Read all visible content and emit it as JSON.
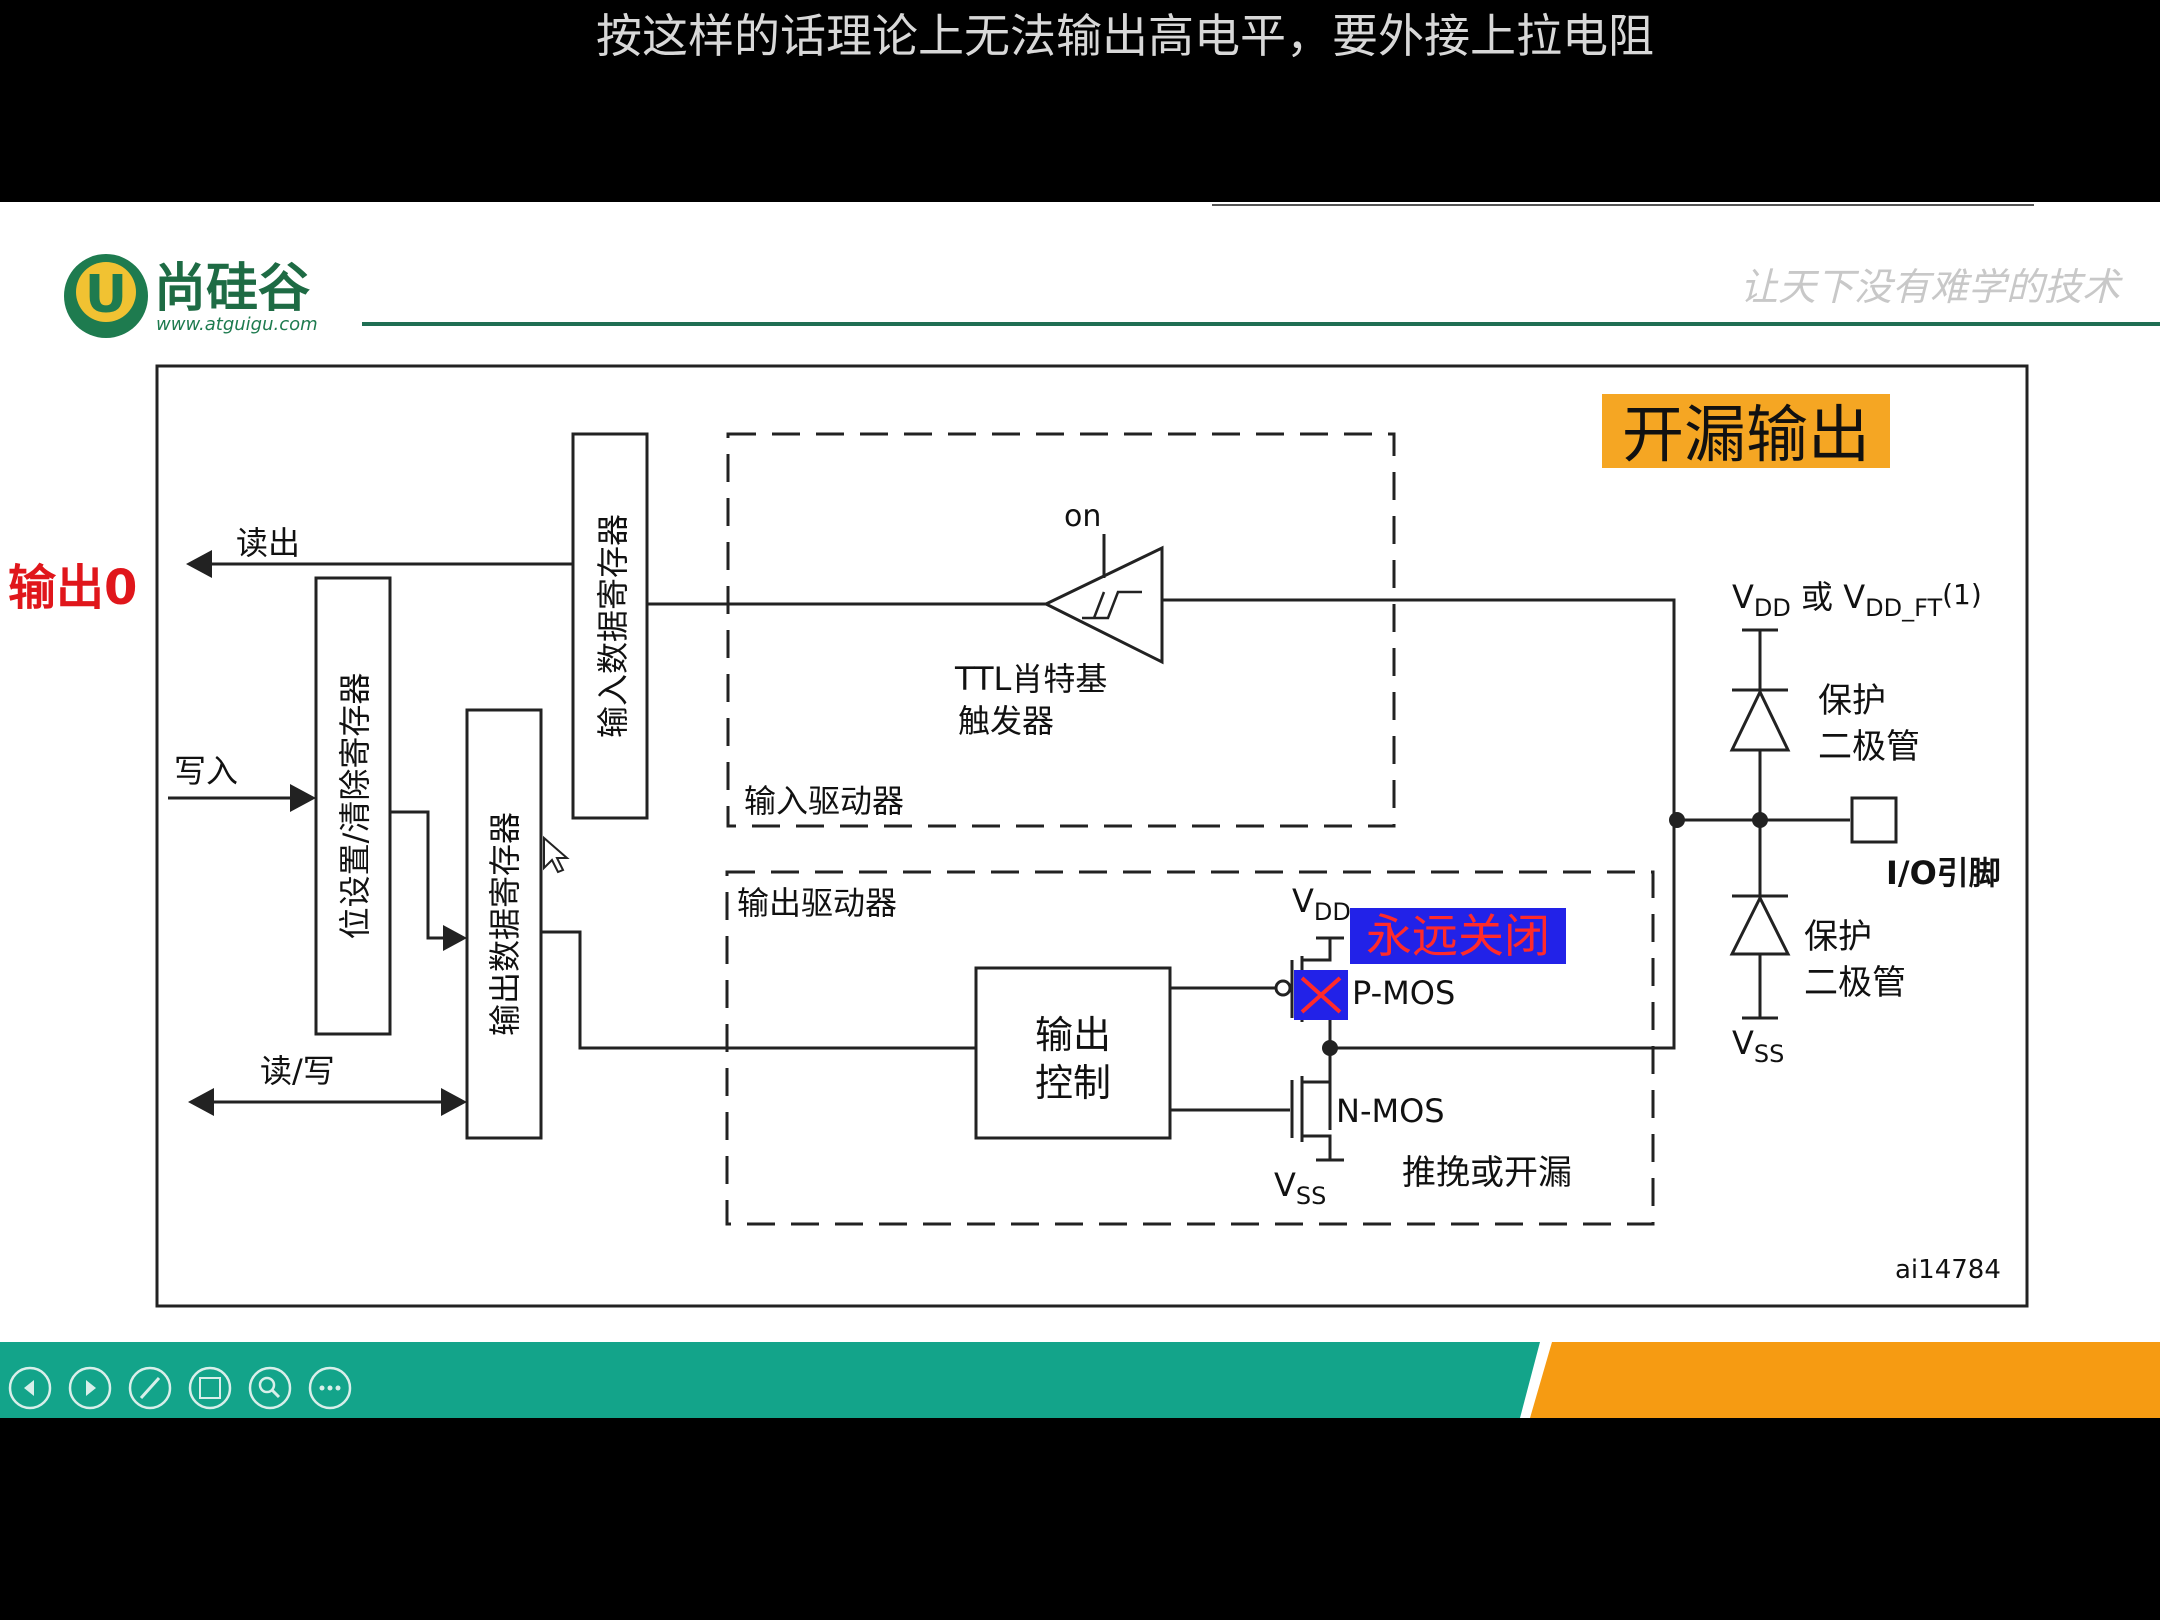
{
  "subtitle": "按这样的话理论上无法输出高电平，要外接上拉电阻",
  "header": {
    "logo_letter": "U",
    "brand_name": "尚硅谷",
    "brand_url": "www.atguigu.com",
    "slogan": "让天下没有难学的技术"
  },
  "diagram": {
    "title": "开漏输出",
    "annotation_left": "输出0",
    "read_out": "读出",
    "write_in": "写入",
    "read_write": "读/写",
    "bit_set_reset_reg": "位设置/清除寄存器",
    "output_data_reg": "输出数据寄存器",
    "input_data_reg": "输入数据寄存器",
    "on": "on",
    "schmitt_line1": "TTL肖特基",
    "schmitt_line2": "触发器",
    "input_driver": "输入驱动器",
    "output_driver": "输出驱动器",
    "output_control_line1": "输出",
    "output_control_line2": "控制",
    "vdd_top": {
      "main": "V",
      "sub": "DD"
    },
    "pmos_note": "永远关闭",
    "pmos": "P-MOS",
    "nmos": "N-MOS",
    "vss_bottom": {
      "main": "V",
      "sub": "SS"
    },
    "push_pull_or_od": "推挽或开漏",
    "supply": {
      "v1": "V",
      "s1": "DD",
      "or": " 或 ",
      "v2": "V",
      "s2": "DD_FT",
      "note": "(1)"
    },
    "protect_diode_line1": "保护",
    "protect_diode_line2": "二极管",
    "io_pin": "I/O引脚",
    "vss_right": {
      "main": "V",
      "sub": "SS"
    },
    "figure_id": "ai14784"
  },
  "toolbar": {
    "prev": "previous-slide",
    "next": "next-slide",
    "pen": "pen",
    "slides": "slide-overview",
    "zoom": "zoom",
    "more": "more"
  },
  "colors": {
    "teal": "#13A48A",
    "orange": "#F69B12",
    "title_bg": "#F5A623",
    "note_bg": "#2222E8",
    "note_text": "#FF2A2A",
    "annotation": "#E0161B",
    "logo_green": "#1E7B4F",
    "logo_yellow": "#F1C232"
  }
}
